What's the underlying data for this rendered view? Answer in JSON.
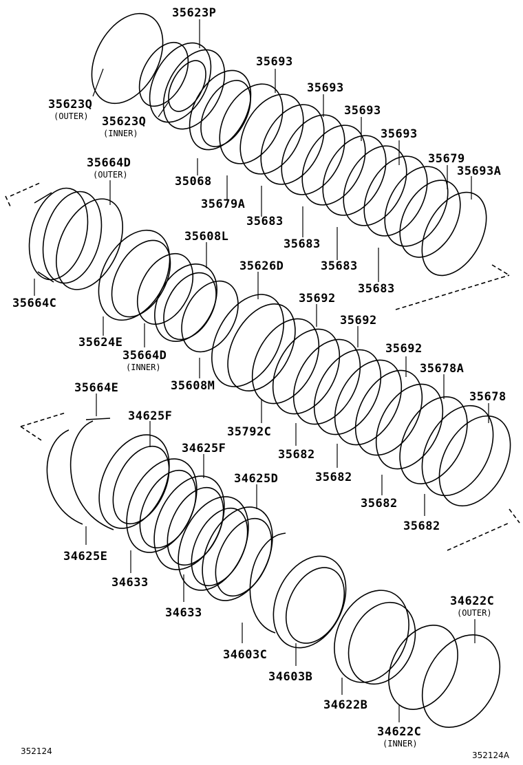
{
  "labels": {
    "p35623P": "35623P",
    "p35623Q_outer": "35623Q",
    "p35623Q_inner": "35623Q",
    "p35693_1": "35693",
    "p35693_2": "35693",
    "p35693_3": "35693",
    "p35693_4": "35693",
    "p35679": "35679",
    "p35693A": "35693A",
    "p35068": "35068",
    "p35679A": "35679A",
    "p35683_1": "35683",
    "p35683_2": "35683",
    "p35683_3": "35683",
    "p35683_4": "35683",
    "p35664D_outer": "35664D",
    "p35664C": "35664C",
    "p35608L": "35608L",
    "p35626D": "35626D",
    "p35692_1": "35692",
    "p35692_2": "35692",
    "p35692_3": "35692",
    "p35678A": "35678A",
    "p35678": "35678",
    "p35624E": "35624E",
    "p35664D_inner": "35664D",
    "p35608M": "35608M",
    "p35792C": "35792C",
    "p35682_1": "35682",
    "p35682_2": "35682",
    "p35682_3": "35682",
    "p35682_4": "35682",
    "p35664E": "35664E",
    "p34625F_1": "34625F",
    "p34625F_2": "34625F",
    "p34625D": "34625D",
    "p34625E": "34625E",
    "p34633_1": "34633",
    "p34633_2": "34633",
    "p34603C": "34603C",
    "p34603B": "34603B",
    "p34622C_outer": "34622C",
    "p34622C_inner": "34622C",
    "p34622B": "34622B"
  },
  "sublabels": {
    "outer_35623Q": "(OUTER)",
    "inner_35623Q": "(INNER)",
    "outer_35664D": "(OUTER)",
    "inner_35664D": "(INNER)",
    "outer_34622C": "(OUTER)",
    "inner_34622C": "(INNER)"
  },
  "footer": {
    "left_code": "352124",
    "right_code": "352124A"
  },
  "colors": {
    "line": "#000000",
    "background": "#ffffff"
  }
}
